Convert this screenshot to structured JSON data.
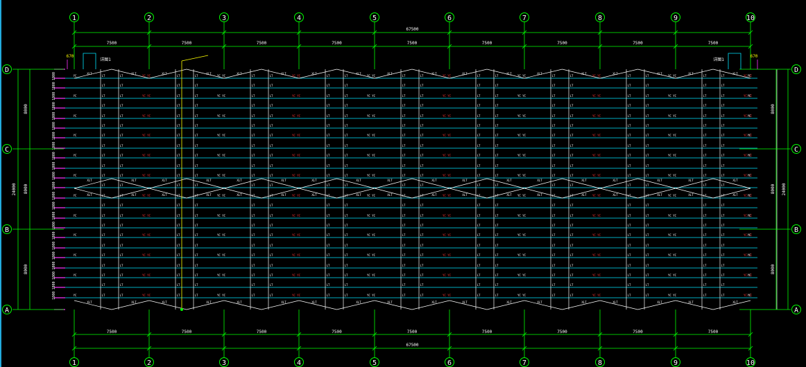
{
  "drawing": {
    "colors": {
      "background": "#000000",
      "axis": "#00ff00",
      "purlin": "#00e5ff",
      "rafter": "#ffffff",
      "tick": "#ff33ff",
      "label": "#ffffff",
      "accent": "#ffff00",
      "rod": "#ff3333"
    },
    "grid_columns": [
      "1",
      "2",
      "3",
      "4",
      "5",
      "6",
      "7",
      "8",
      "9",
      "10"
    ],
    "grid_rows": [
      "D",
      "C",
      "B",
      "A"
    ],
    "bay_dims_top": [
      "7500",
      "7500",
      "7500",
      "7500",
      "7500",
      "7500",
      "7500",
      "7500",
      "7500"
    ],
    "bay_dims_bottom": [
      "7500",
      "7500",
      "7500",
      "7500",
      "7500",
      "7500",
      "7500",
      "7500",
      "7500"
    ],
    "total_dim_top": "67500",
    "total_dim_bottom": "67500",
    "row_dims_left": [
      "8000",
      "8000",
      "8000"
    ],
    "row_dims_right": [
      "8000",
      "8000",
      "8000"
    ],
    "total_row_dim_left": "24000",
    "total_row_dim_right": "24000",
    "edge_offset_left": "670",
    "edge_offset_right": "670",
    "purlin_spacing": "1000",
    "member_labels": {
      "tie": "LT",
      "brace": "XLT",
      "rod": "YC YC",
      "gutter": "YC",
      "detail_tag": "详图1"
    }
  }
}
